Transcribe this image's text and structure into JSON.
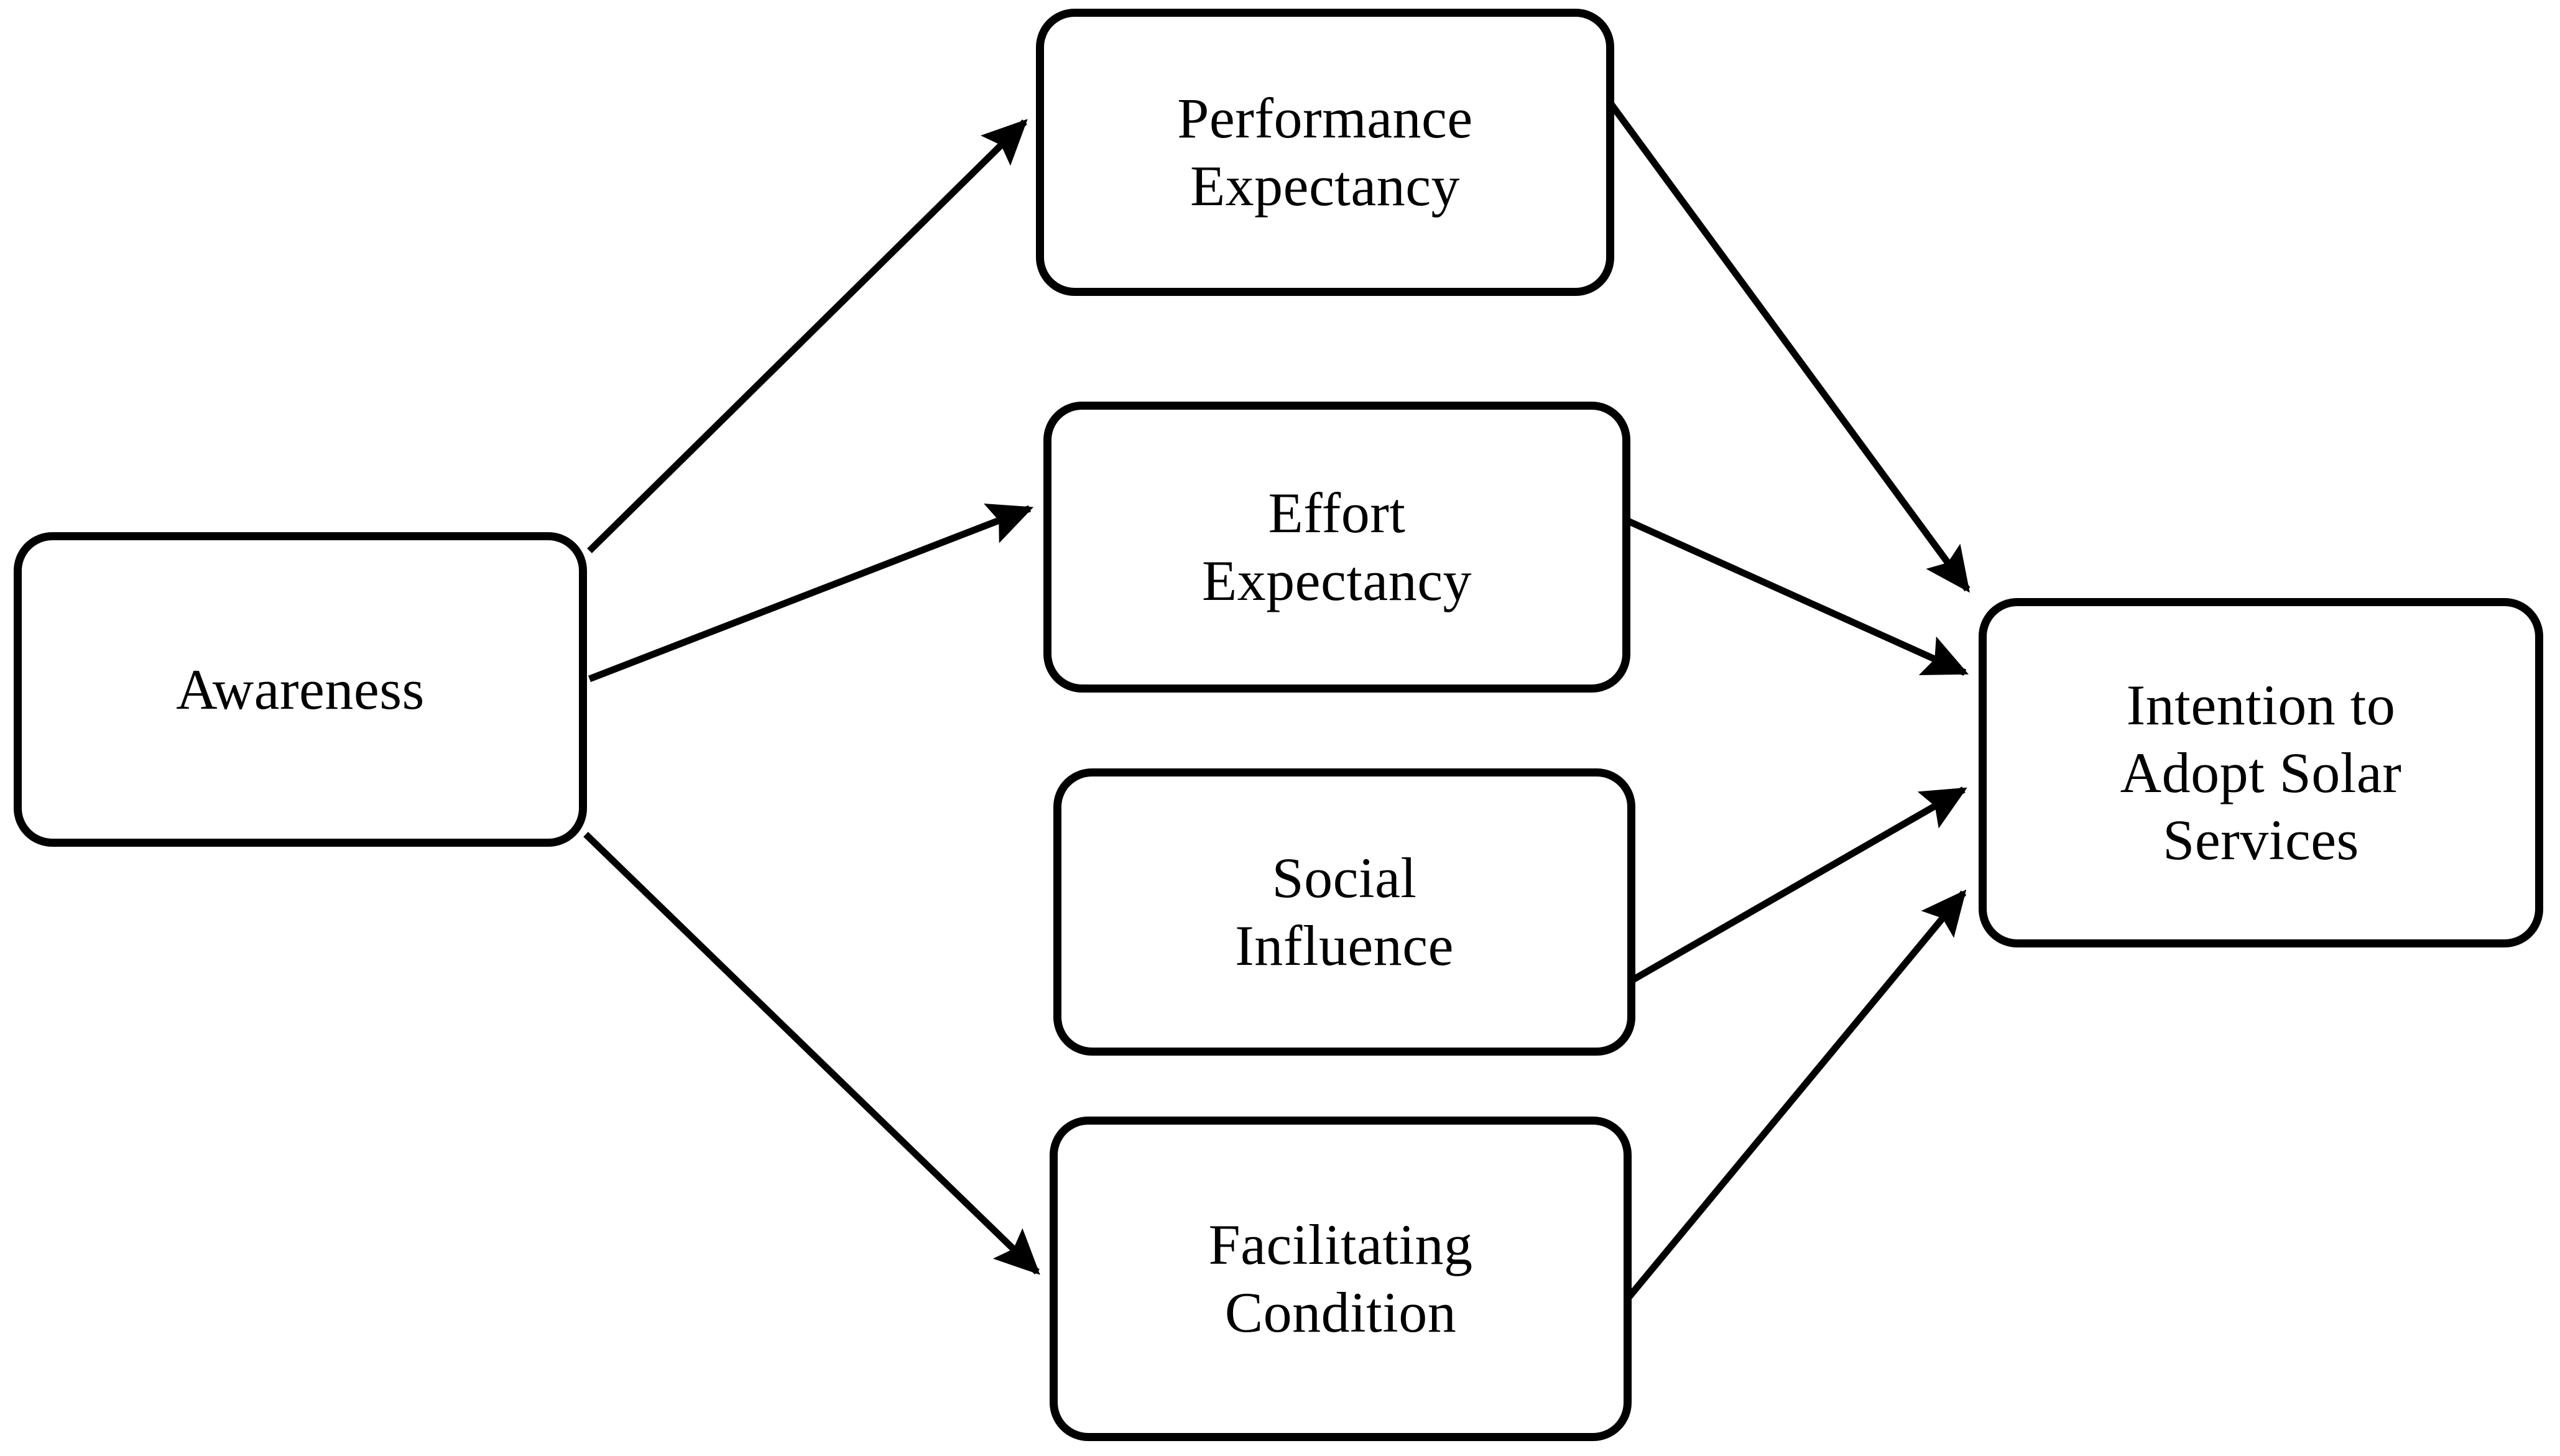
{
  "diagram": {
    "type": "conceptual-research-model",
    "background_color": "#ffffff",
    "line_color": "#000000",
    "nodes": [
      {
        "id": "awareness",
        "label": "Awareness"
      },
      {
        "id": "performance_expectancy",
        "label": "Performance\nExpectancy"
      },
      {
        "id": "effort_expectancy",
        "label": "Effort\nExpectancy"
      },
      {
        "id": "social_influence",
        "label": "Social\nInfluence"
      },
      {
        "id": "facilitating_condition",
        "label": "Facilitating\nCondition"
      },
      {
        "id": "intention",
        "label": "Intention to\nAdopt Solar\nServices"
      }
    ],
    "edges": [
      {
        "from": "awareness",
        "to": "performance_expectancy",
        "arrow": "single"
      },
      {
        "from": "awareness",
        "to": "effort_expectancy",
        "arrow": "single"
      },
      {
        "from": "awareness",
        "to": "facilitating_condition",
        "arrow": "single"
      },
      {
        "from": "performance_expectancy",
        "to": "intention",
        "arrow": "single"
      },
      {
        "from": "effort_expectancy",
        "to": "intention",
        "arrow": "single"
      },
      {
        "from": "social_influence",
        "to": "intention",
        "arrow": "single"
      },
      {
        "from": "facilitating_condition",
        "to": "intention",
        "arrow": "single"
      }
    ]
  }
}
